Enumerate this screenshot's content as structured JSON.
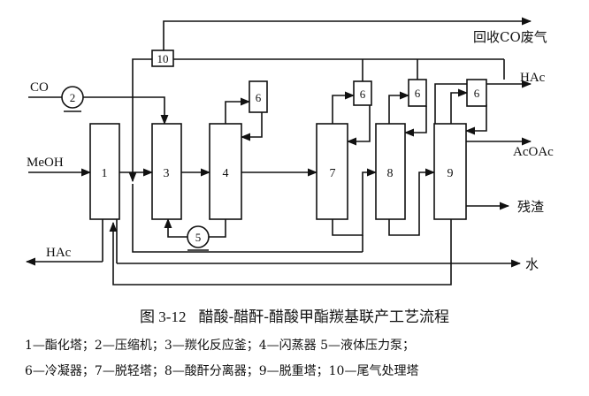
{
  "figure": {
    "number": "图 3-12",
    "title": "醋酸-醋酐-醋酸甲酯羰基联产工艺流程"
  },
  "equipment": [
    {
      "id": "1",
      "name": "酯化塔"
    },
    {
      "id": "2",
      "name": "压缩机"
    },
    {
      "id": "3",
      "name": "羰化反应釜"
    },
    {
      "id": "4",
      "name": "闪蒸器"
    },
    {
      "id": "5",
      "name": "液体压力泵"
    },
    {
      "id": "6",
      "name": "冷凝器"
    },
    {
      "id": "7",
      "name": "脱轻塔"
    },
    {
      "id": "8",
      "name": "酸酐分离器"
    },
    {
      "id": "9",
      "name": "脱重塔"
    },
    {
      "id": "10",
      "name": "尾气处理塔"
    }
  ],
  "streams": {
    "co": "CO",
    "meoh": "MeOH",
    "hac_in": "HAc",
    "hac_out": "HAc",
    "acoac": "AcOAc",
    "residue": "残渣",
    "water": "水",
    "offgas": "回收CO废气"
  },
  "legend": {
    "line1": "1—酯化塔；2—压缩机；3—羰化反应釜；4—闪蒸器 5—液体压力泵；",
    "line2": "6—冷凝器；7—脱轻塔；8—酸酐分离器；9—脱重塔；10—尾气处理塔"
  }
}
